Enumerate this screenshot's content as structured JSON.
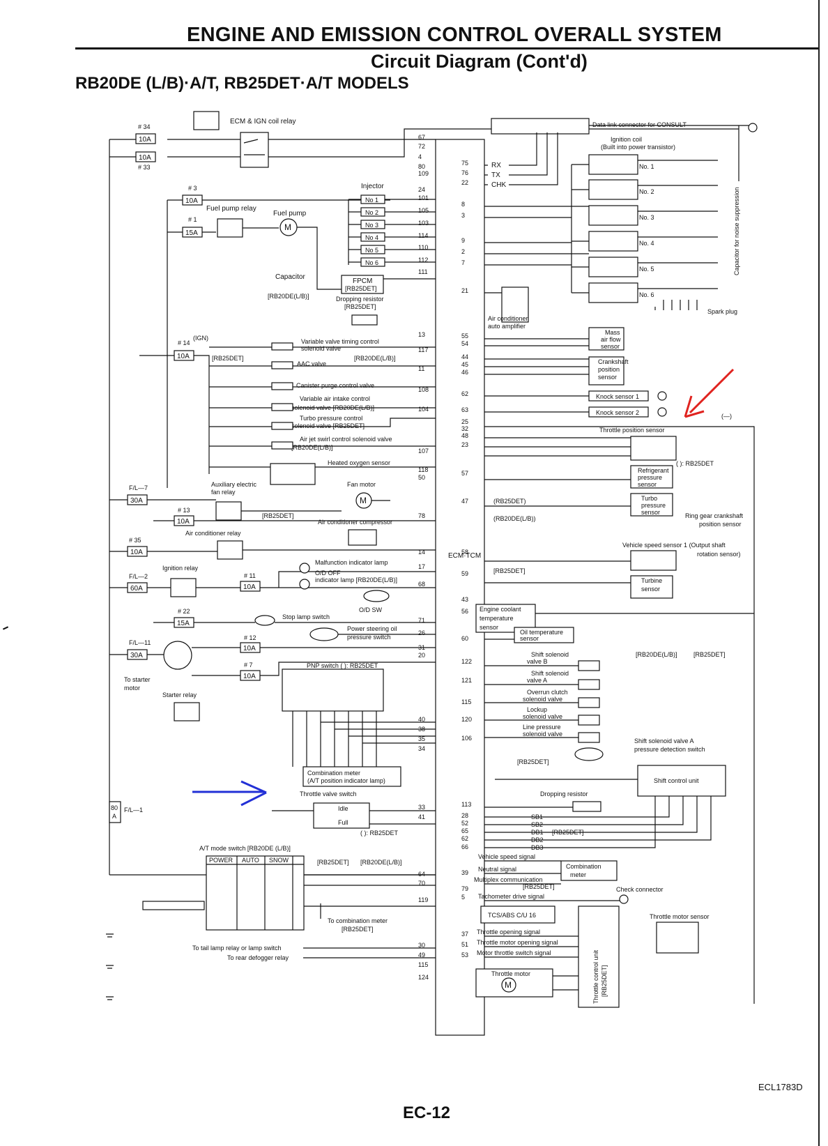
{
  "header": {
    "title": "ENGINE AND EMISSION CONTROL OVERALL SYSTEM",
    "subtitle": "Circuit Diagram (Cont'd)",
    "models": "RB20DE (L/B)·A/T, RB25DET·A/T MODELS"
  },
  "labels": {
    "fuse34": "# 34",
    "fuse34_amp": "10A",
    "fuse33": "# 33",
    "fuse33_amp": "10A",
    "fuse3": "# 3",
    "fuse3_amp": "10A",
    "fuse1": "# 1",
    "fuse1_amp": "15A",
    "fuse14": "# 14",
    "fuse14_amp": "10A",
    "ign": "(IGN)",
    "fl7": "F/L—7",
    "fl7_amp": "30A",
    "fuse13": "# 13",
    "fuse13_amp": "10A",
    "fuse35": "# 35",
    "fuse35_amp": "10A",
    "fl2": "F/L—2",
    "fl2_amp": "60A",
    "fuse11": "# 11",
    "fuse11_amp": "10A",
    "fuse22": "# 22",
    "fuse22_amp": "15A",
    "fl11": "F/L—11",
    "fl11_amp": "30A",
    "fuse12": "# 12",
    "fuse12_amp": "10A",
    "fuse7": "# 7",
    "fuse7_amp": "10A",
    "fl1_amp": "80 A",
    "fl1": "F/L—1",
    "ecm_relay": "ECM & IGN coil relay",
    "injector": "Injector",
    "no1": "No 1",
    "no2": "No 2",
    "no3": "No 3",
    "no4": "No 4",
    "no5": "No 5",
    "no6": "No 6",
    "fuel_pump_relay": "Fuel pump relay",
    "fuel_pump": "Fuel pump",
    "capacitor": "Capacitor",
    "fpcm": "FPCM",
    "fpcm_sub": "[RB25DET]",
    "rb20de_lb": "[RB20DE(L/B)]",
    "dropping_resistor": "Dropping resistor",
    "dropping_resistor_sub": "[RB25DET]",
    "vvt1": "Variable valve timing control",
    "vvt2": "solenoid valve",
    "rb25det_a": "[RB25DET]",
    "aac_valve": "AAC valve",
    "rb20de_lb_a": "[RB20DE(L/B)]",
    "canister": "Canister purge control valve",
    "vais1": "Variable air intake control",
    "vais2": "solenoid valve  [RB20DE(L/B)]",
    "turbo1": "Turbo pressure control",
    "turbo2": "solenoid valve [RB25DET]",
    "swirl1": "Air jet swirl control solenoid valve",
    "swirl2": "[RB20DE(L/B)]",
    "o2": "Heated oxygen sensor",
    "aux_fan1": "Auxiliary electric",
    "aux_fan2": "fan relay",
    "fan_motor": "Fan motor",
    "rb25det_b": "[RB25DET]",
    "ac_compressor": "Air conditioner compressor",
    "ac_relay": "Air conditioner relay",
    "ecm_tcm": "ECM·TCM",
    "ign_relay": "Ignition relay",
    "mil": "Malfunction indicator lamp",
    "od1": "O/D OFF",
    "od2": "indicator lamp  [RB20DE(L/B)]",
    "od_sw": "O/D SW",
    "stop_lamp": "Stop lamp switch",
    "ps1": "Power steering oil",
    "ps2": "pressure switch",
    "to_starter1": "To starter",
    "to_starter2": "motor",
    "starter_relay": "Starter relay",
    "pnp": "PNP switch   (   ): RB25DET",
    "comb_meter1": "Combination meter",
    "comb_meter2": "(A/T position indicator lamp)",
    "tvs": "Throttle valve switch",
    "idle": "Idle",
    "full": "Full",
    "tvs_note": "(   ): RB25DET",
    "rb25det_c": "[RB25DET]",
    "rb20de_lb_c": "[RB20DE(L/B)]",
    "atmode": "A/T mode switch [RB20DE (L/B)]",
    "power": "POWER",
    "auto": "AUTO",
    "snow": "SNOW",
    "to_comb1": "To combination meter",
    "to_comb2": "[RB25DET]",
    "tail_lamp": "To tail lamp relay or lamp switch",
    "defogger": "To rear defogger relay",
    "dlc": "Data link connector for CONSULT",
    "ign_coil1": "Ignition coil",
    "ign_coil2": "(Built into power transistor)",
    "coil1": "No. 1",
    "coil2": "No. 2",
    "coil3": "No. 3",
    "coil4": "No. 4",
    "coil5": "No. 5",
    "coil6": "No. 6",
    "cap_noise": "Capacitor for noise suppression",
    "spark_plug": "Spark plug",
    "rx": "RX",
    "tx": "TX",
    "chk": "CHK",
    "ac_amp1": "Air conditioner",
    "ac_amp2": "auto amplifier",
    "maf1": "Mass",
    "maf2": "air flow",
    "maf3": "sensor",
    "cks1": "Crankshaft",
    "cks2": "position",
    "cks3": "sensor",
    "knock1": "Knock sensor 1",
    "knock2": "Knock sensor 2",
    "tps": "Throttle position sensor",
    "neg": "(—)",
    "ref1": "Refrigerant",
    "ref2": "pressure",
    "ref3": "sensor",
    "rb25det_note": "(   ): RB25DET",
    "tp1": "Turbo",
    "tp2": "pressure",
    "tp3": "sensor",
    "ring1": "Ring gear crankshaft",
    "ring2": "position sensor",
    "rb25det_d": "(RB25DET)",
    "rb20de_lb_d": "(RB20DE(L/B))",
    "vss1": "Vehicle speed sensor 1 (Output shaft",
    "vss2": "rotation sensor)",
    "rb25det_e": "[RB25DET]",
    "turbine1": "Turbine",
    "turbine2": "sensor",
    "ect1": "Engine coolant",
    "ect2": "temperature",
    "ect3": "sensor",
    "oil1": "Oil temperature",
    "oil2": "sensor",
    "ssb1": "Shift solenoid",
    "ssb2": "valve B",
    "ssa1": "Shift solenoid",
    "ssa2": "valve A",
    "occ1": "Overrun clutch",
    "occ2": "solenoid valve",
    "lu1": "Lockup",
    "lu2": "solenoid valve",
    "lp1": "Line pressure",
    "lp2": "solenoid valve",
    "ssa_sw1": "Shift solenoid valve A",
    "ssa_sw2": "pressure detection switch",
    "rb25det_f": "[RB25DET]",
    "scu": "Shift control unit",
    "rb20de_lb_g": "[RB20DE(L/B)]",
    "rb25det_g": "[RB25DET]",
    "dr2": "Dropping resistor",
    "sb1": "SB1",
    "sb2": "SB2",
    "db1": "DB1",
    "db2": "DB2",
    "db3": "DB3",
    "rb25det_h": "[RB25DET]",
    "vss_sig": "Vehicle speed signal",
    "neutral": "Neutral signal",
    "multiplex": "Multiplex communication",
    "multiplex2": "[RB25DET]",
    "comb_meter3": "Combination",
    "comb_meter4": "meter",
    "tacho": "Tachometer drive signal",
    "check_conn": "Check connector",
    "tcs": "TCS/ABS  C/U  16",
    "tms": "Throttle motor sensor",
    "to_sig": "Throttle opening signal",
    "tmo_sig": "Throttle motor opening signal",
    "mts_sig": "Motor throttle switch signal",
    "tcu1": "Throttle control unit",
    "tcu2": "[RB25DET]",
    "throttle_motor": "Throttle motor",
    "footer_code": "ECL1783D",
    "page": "EC-12"
  },
  "pins_left": [
    "67",
    "72",
    "4",
    "80",
    "109",
    "24",
    "101",
    "105",
    "103",
    "114",
    "110",
    "112",
    "111",
    "13",
    "117",
    "11",
    "108",
    "104",
    "107",
    "118",
    "50",
    "78",
    "14",
    "17",
    "68",
    "71",
    "26",
    "31",
    "20",
    "40",
    "38",
    "35",
    "34",
    "33",
    "41",
    "64",
    "70",
    "119",
    "30",
    "49",
    "115",
    "124"
  ],
  "pins_right": [
    "75",
    "76",
    "22",
    "8",
    "3",
    "9",
    "2",
    "7",
    "21",
    "55",
    "54",
    "44",
    "45",
    "46",
    "62",
    "63",
    "25",
    "32",
    "48",
    "23",
    "57",
    "47",
    "58",
    "59",
    "43",
    "56",
    "60",
    "122",
    "121",
    "115",
    "120",
    "106",
    "113",
    "28",
    "52",
    "65",
    "62",
    "66",
    "39",
    "79",
    "5",
    "37",
    "51",
    "53"
  ],
  "colors": {
    "annotation_red": "#e0231f",
    "annotation_blue": "#2230d6",
    "ink": "#111111"
  }
}
